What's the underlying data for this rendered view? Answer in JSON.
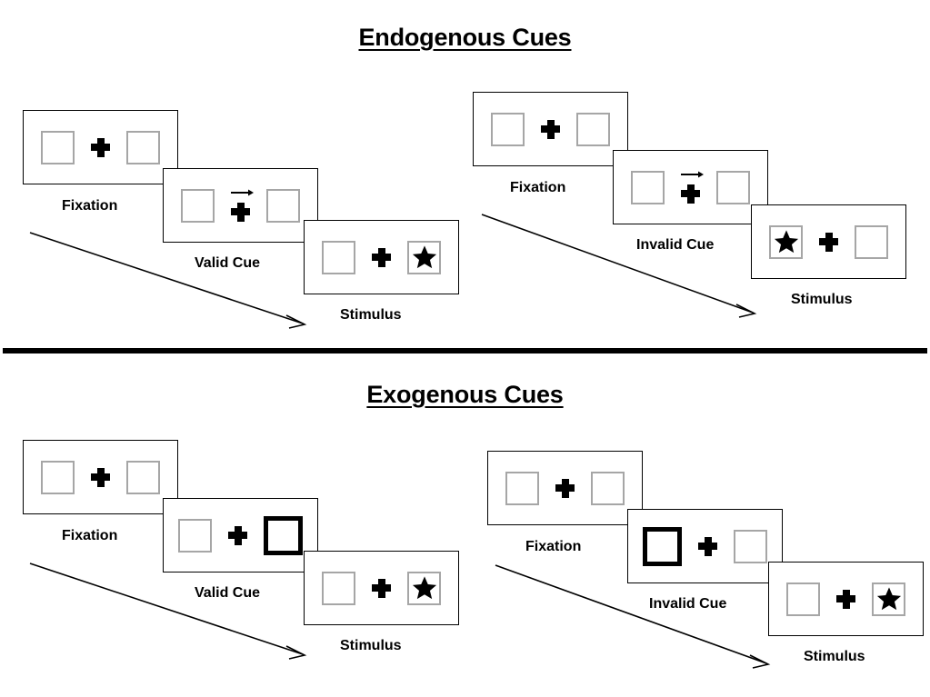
{
  "figure": {
    "background_color": "#ffffff",
    "line_color": "#000000",
    "box_border_color": "#a6a6a6",
    "cue_border_color": "#000000"
  },
  "sections": [
    {
      "id": "endogenous",
      "title": "Endogenous Cues",
      "cue_type": "arrow",
      "columns": [
        {
          "id": "endogenous-valid",
          "steps": [
            {
              "label": "Fixation",
              "cue": "none",
              "target": "none"
            },
            {
              "label": "Valid Cue",
              "cue": "arrow-right",
              "target": "none"
            },
            {
              "label": "Stimulus",
              "cue": "none",
              "target": "right"
            }
          ]
        },
        {
          "id": "endogenous-invalid",
          "steps": [
            {
              "label": "Fixation",
              "cue": "none",
              "target": "none"
            },
            {
              "label": "Invalid Cue",
              "cue": "arrow-right",
              "target": "none"
            },
            {
              "label": "Stimulus",
              "cue": "none",
              "target": "left"
            }
          ]
        }
      ]
    },
    {
      "id": "exogenous",
      "title": "Exogenous Cues",
      "cue_type": "box-highlight",
      "columns": [
        {
          "id": "exogenous-valid",
          "steps": [
            {
              "label": "Fixation",
              "cue": "none",
              "target": "none"
            },
            {
              "label": "Valid Cue",
              "cue": "box-right",
              "target": "none"
            },
            {
              "label": "Stimulus",
              "cue": "none",
              "target": "right"
            }
          ]
        },
        {
          "id": "exogenous-invalid",
          "steps": [
            {
              "label": "Fixation",
              "cue": "none",
              "target": "none"
            },
            {
              "label": "Invalid Cue",
              "cue": "box-left",
              "target": "none"
            },
            {
              "label": "Stimulus",
              "cue": "none",
              "target": "right"
            }
          ]
        }
      ]
    }
  ],
  "labels": {
    "fixation": "Fixation",
    "valid_cue": "Valid Cue",
    "invalid_cue": "Invalid Cue",
    "stimulus": "Stimulus"
  },
  "icons": {
    "fixation_cross": "plus-icon",
    "cue_arrow": "arrow-right-icon",
    "target": "star-icon",
    "time_flow": "diagonal-arrow-icon"
  }
}
